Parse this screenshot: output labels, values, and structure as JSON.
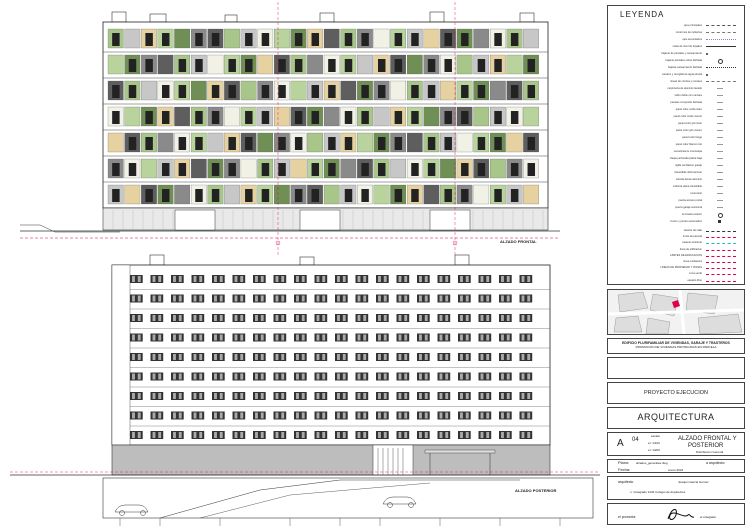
{
  "legend": {
    "title": "LEYENDA",
    "items": [
      {
        "label": "ejes principales",
        "sym": "dash",
        "color": "#555"
      },
      {
        "label": "contornos de cubiertas",
        "sym": "dash",
        "color": "#777"
      },
      {
        "label": "ejes secundarios",
        "sym": "dashdot",
        "color": "#88a"
      },
      {
        "label": "cotas de nivel de forjados",
        "sym": "line",
        "color": "#333"
      },
      {
        "label": "bajante de pluviales y saneamiento",
        "sym": "dot",
        "color": "#333"
      },
      {
        "label": "bajante pluviales sobre fachada",
        "sym": "circle",
        "color": "#333"
      },
      {
        "label": "bajante saneamiento fachada",
        "sym": "dotline",
        "color": "#333"
      },
      {
        "label": "canalon y recogida de agua pluvial",
        "sym": "dot",
        "color": "#333"
      },
      {
        "label": "lineas de cornisa y remates",
        "sym": "dash",
        "color": "#777"
      },
      {
        "label": "carpinteria de aluminio lacado",
        "sym": "text",
        "color": "#333"
      },
      {
        "label": "vidrio doble con camara",
        "sym": "text",
        "color": "#333"
      },
      {
        "label": "paneles composite fachada",
        "sym": "text",
        "color": "#333"
      },
      {
        "label": "panel color verde claro",
        "sym": "text",
        "color": "#333"
      },
      {
        "label": "panel color verde oscuro",
        "sym": "text",
        "color": "#333"
      },
      {
        "label": "panel color gris claro",
        "sym": "text",
        "color": "#333"
      },
      {
        "label": "panel color gris oscuro",
        "sym": "text",
        "color": "#333"
      },
      {
        "label": "panel color beige",
        "sym": "text",
        "color": "#333"
      },
      {
        "label": "panel color blanco roto",
        "sym": "text",
        "color": "#333"
      },
      {
        "label": "revestimiento monocapa",
        "sym": "text",
        "color": "#333"
      },
      {
        "label": "chapa perforada planta baja",
        "sym": "text",
        "color": "#333"
      },
      {
        "label": "rejilla ventilacion garaje",
        "sym": "text",
        "color": "#333"
      },
      {
        "label": "barandilla vidrio laminar",
        "sym": "text",
        "color": "#333"
      },
      {
        "label": "celosia lamas aluminio",
        "sym": "text",
        "color": "#333"
      },
      {
        "label": "cubierta plana transitable",
        "sym": "text",
        "color": "#333"
      },
      {
        "label": "lucernario",
        "sym": "text",
        "color": "#333"
      },
      {
        "label": "puerta acceso portal",
        "sym": "text",
        "color": "#333"
      },
      {
        "label": "puerta garaje seccional",
        "sym": "text",
        "color": "#333"
      },
      {
        "label": "luminaria exterior",
        "sym": "circle",
        "color": "#333"
      },
      {
        "label": "buzon y portero automatico",
        "sym": "square",
        "color": "#333"
      }
    ],
    "extra": [
      {
        "label": "rasante de calle",
        "color": "#333"
      },
      {
        "label": "limite de parcela",
        "color": "#d04"
      },
      {
        "label": "rasante existente",
        "color": "#3bb"
      },
      {
        "label": "linea de edificacion",
        "color": "#d04"
      },
      {
        "label": "LIMITES DE EDIFICACION",
        "color": "#d04"
      },
      {
        "label": "linea medianera",
        "color": "#d04"
      },
      {
        "label": "LINEAS DE PROPIEDAD Y ZONAS",
        "color": "#d04"
      },
      {
        "label": "zona verde",
        "color": "#d04"
      },
      {
        "label": "espacio libre",
        "color": "#d04"
      }
    ]
  },
  "drawing": {
    "front_label": "ALZADO FRONTAL",
    "rear_label": "ALZADO POSTERIOR"
  },
  "title_block": {
    "project_title_1": "EDIFICIO PLURIFAMILIAR DE VIVIENDAS, GARAJE Y TRASTEROS",
    "project_title_2": "PROMOCION DE VIVIENDAS PROTEGIDAS EN PARCELA",
    "phase": "PROYECTO EJECUCION",
    "discipline": "ARQUITECTURA",
    "sheet_letter": "A",
    "sheet_number": "04",
    "sheet_title_1": "ALZADO FRONTAL Y",
    "sheet_title_2": "POSTERIOR",
    "sheet_subtitle": "Distribucion General",
    "scale_label": "escala",
    "scale_1": "e= 1/100",
    "scale_2": "e= 1/200",
    "plano_label": "Plano:",
    "plano_value": "alzados_generales.dwg",
    "fecha_label": "Fecha:",
    "fecha_value": "enero 2024",
    "firma_label": "a arquitecto:",
    "arquitecto_label": "arquitecto",
    "arquitecto_name": "Joaquin Garcia Gomez",
    "colegiado": "n. Colegiado 1234 Colegio de Arquitectos",
    "promotor_label": "el promotor",
    "promotor_value": "el colegiado"
  }
}
